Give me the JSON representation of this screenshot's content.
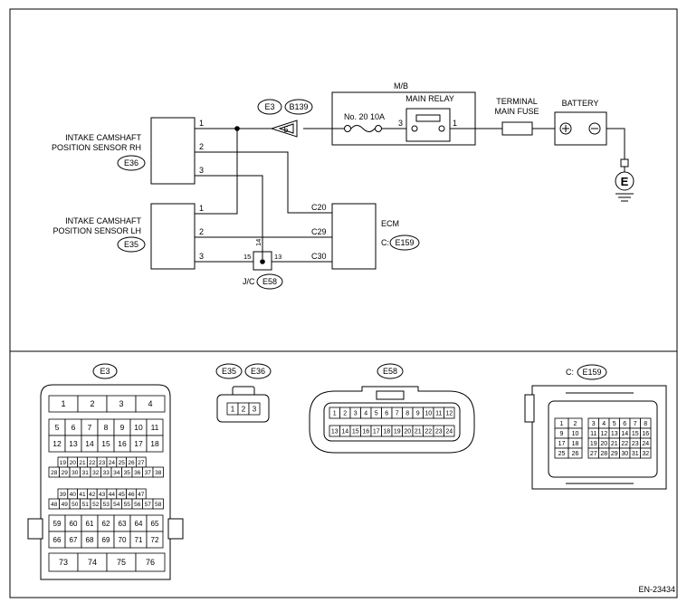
{
  "schematic": {
    "sensor_rh": {
      "line1": "INTAKE CAMSHAFT",
      "line2": "POSITION SENSOR RH",
      "badge": "E36",
      "pins": [
        "1",
        "2",
        "3"
      ]
    },
    "sensor_lh": {
      "line1": "INTAKE CAMSHAFT",
      "line2": "POSITION SENSOR LH",
      "badge": "E35",
      "pins": [
        "1",
        "2",
        "3"
      ]
    },
    "connector_e3": {
      "badge1": "E3",
      "badge2": "B139",
      "pin": "5"
    },
    "mb": {
      "label": "M/B",
      "fuse_label": "No. 20  10A",
      "relay_label": "MAIN RELAY",
      "pin_left": "3",
      "pin_right": "1"
    },
    "main_fuse": {
      "line1": "TERMINAL",
      "line2": "MAIN FUSE"
    },
    "battery": {
      "label": "BATTERY"
    },
    "ground": {
      "symbol": "E"
    },
    "ecm": {
      "label": "ECM",
      "prefix": "C:",
      "badge": "E159",
      "pins": [
        "C20",
        "C29",
        "C30"
      ]
    },
    "jc": {
      "label": "J/C",
      "badge": "E58",
      "pins": [
        "15",
        "14",
        "13"
      ]
    }
  },
  "connectors": {
    "e3": {
      "badge": "E3",
      "row_top": [
        "1",
        "2",
        "3",
        "4"
      ],
      "rows_mid": [
        [
          "5",
          "6",
          "7",
          "8",
          "9",
          "10",
          "11"
        ],
        [
          "12",
          "13",
          "14",
          "15",
          "16",
          "17",
          "18"
        ]
      ],
      "rows_a": [
        [
          "19",
          "20",
          "21",
          "22",
          "23",
          "24",
          "25",
          "26",
          "27"
        ],
        [
          "28",
          "29",
          "30",
          "31",
          "32",
          "33",
          "34",
          "35",
          "36",
          "37",
          "38"
        ]
      ],
      "rows_b": [
        [
          "39",
          "40",
          "41",
          "42",
          "43",
          "44",
          "45",
          "46",
          "47"
        ],
        [
          "48",
          "49",
          "50",
          "51",
          "52",
          "53",
          "54",
          "55",
          "56",
          "57",
          "58"
        ]
      ],
      "rows_c": [
        [
          "59",
          "60",
          "61",
          "62",
          "63",
          "64",
          "65"
        ],
        [
          "66",
          "67",
          "68",
          "69",
          "70",
          "71",
          "72"
        ]
      ],
      "row_bottom": [
        "73",
        "74",
        "75",
        "76"
      ]
    },
    "e35_e36": {
      "badge1": "E35",
      "badge2": "E36",
      "pins": [
        "1",
        "2",
        "3"
      ]
    },
    "e58": {
      "badge": "E58",
      "row1": [
        "1",
        "2",
        "3",
        "4",
        "5",
        "6",
        "7",
        "8",
        "9",
        "10",
        "11",
        "12"
      ],
      "row2": [
        "13",
        "14",
        "15",
        "16",
        "17",
        "18",
        "19",
        "20",
        "21",
        "22",
        "23",
        "24"
      ]
    },
    "e159": {
      "prefix": "C:",
      "badge": "E159",
      "left": [
        [
          "1",
          "2"
        ],
        [
          "9",
          "10"
        ],
        [
          "17",
          "18"
        ],
        [
          "25",
          "26"
        ]
      ],
      "right": [
        [
          "3",
          "4",
          "5",
          "6",
          "7",
          "8"
        ],
        [
          "11",
          "12",
          "13",
          "14",
          "15",
          "16"
        ],
        [
          "19",
          "20",
          "21",
          "22",
          "23",
          "24"
        ],
        [
          "27",
          "28",
          "29",
          "30",
          "31",
          "32"
        ]
      ]
    }
  },
  "footer": {
    "code": "EN-23434"
  }
}
